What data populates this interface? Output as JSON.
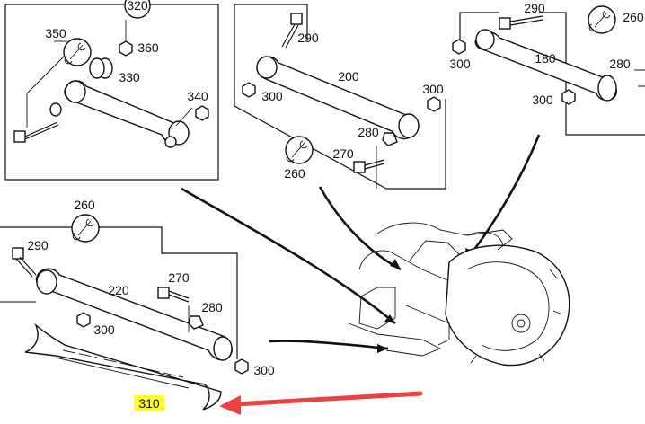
{
  "colors": {
    "highlight": "#ffff33",
    "arrow": "#e8433f",
    "ink": "#111111"
  },
  "labels": {
    "p320": "320",
    "p350": "350",
    "p360": "360",
    "p330": "330",
    "p340": "340",
    "p290_top": "290",
    "p200": "200",
    "p300_top_a": "300",
    "p300_top_b": "300",
    "p280_top": "280",
    "p270_top": "270",
    "p260_top": "260",
    "p290_right": "290",
    "p260_right": "260",
    "p300_right_a": "300",
    "p180": "180",
    "p280_right": "280",
    "p300_right_b": "300",
    "p260_left": "260",
    "p290_left": "290",
    "p220": "220",
    "p270_left": "270",
    "p280_left": "280",
    "p300_left_a": "300",
    "p300_left_b": "300",
    "p310": "310"
  },
  "icons": [
    "wrench-icon",
    "arrow-icon"
  ]
}
